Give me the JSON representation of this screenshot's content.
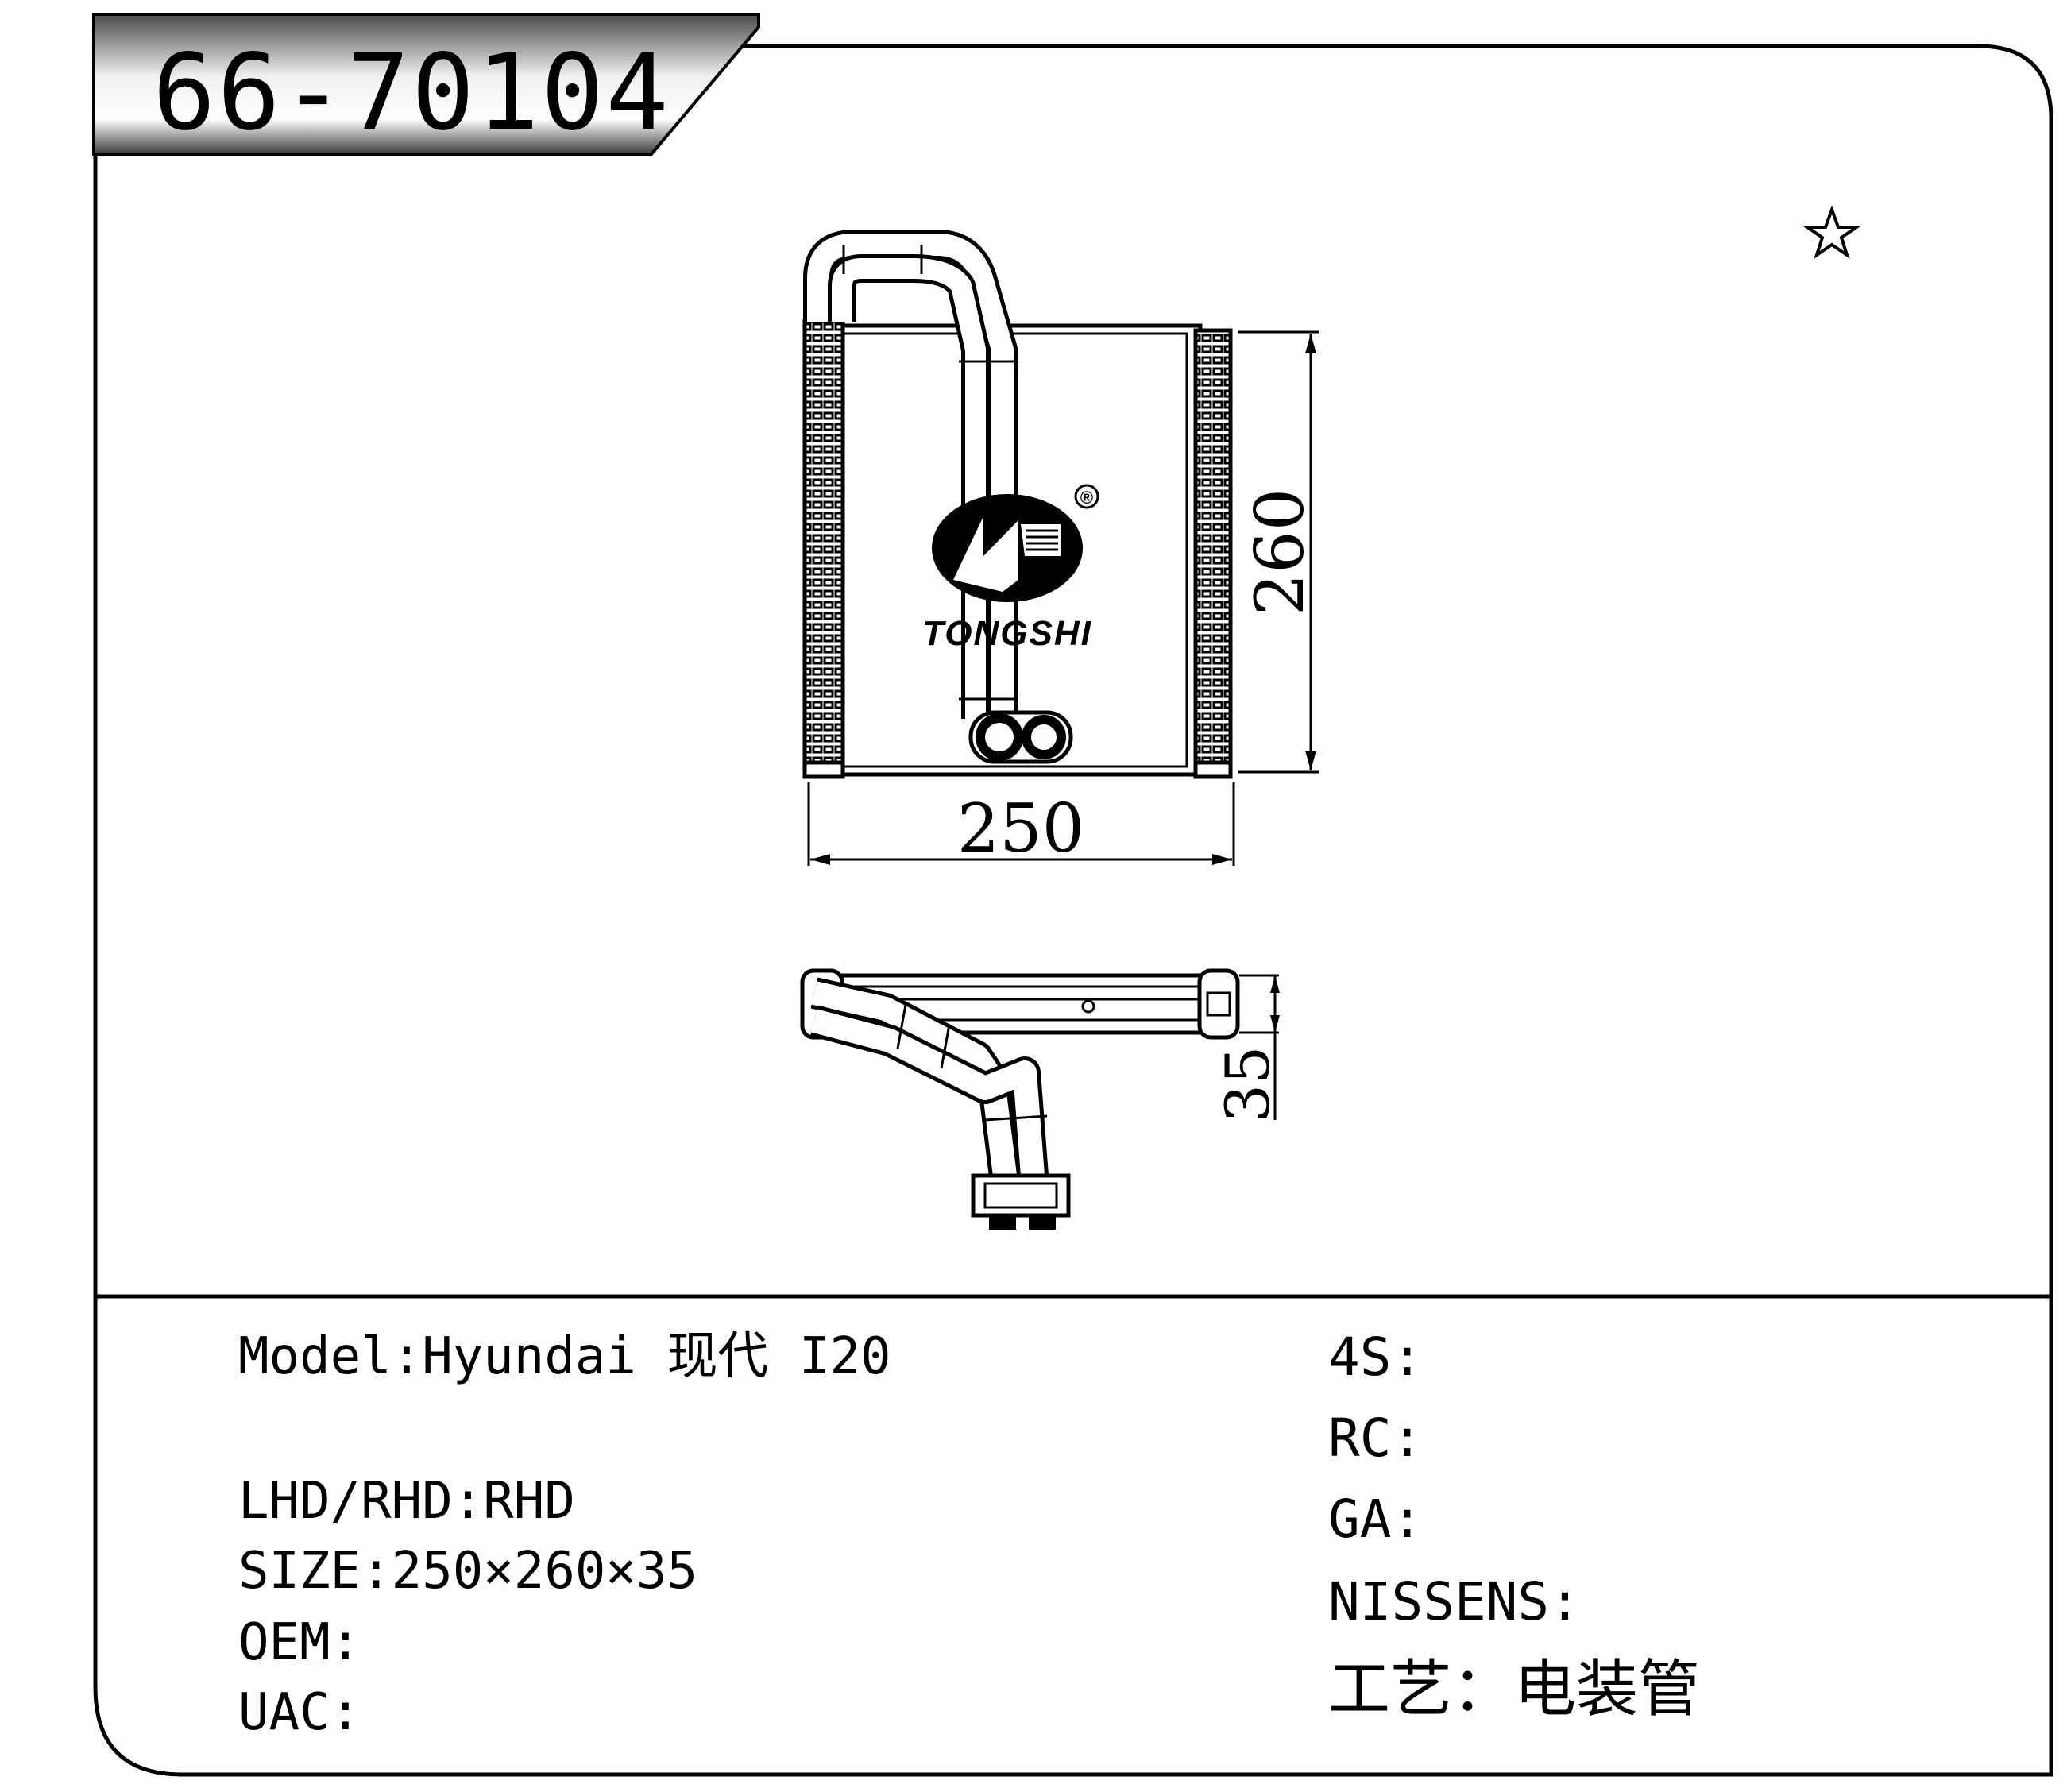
{
  "part_number": "66-70104",
  "logo": {
    "brand_text": "TONGSHI",
    "registered_mark": "®"
  },
  "star_mark": "☆",
  "dimensions": {
    "width": "250",
    "height": "260",
    "depth": "35"
  },
  "specs": {
    "model": "Model:Hyundai 现代 I20",
    "lhd_rhd": "LHD/RHD:RHD",
    "size": "SIZE:250×260×35",
    "oem": "OEM:",
    "uac": "UAC:"
  },
  "cross_refs": {
    "s4": "4S:",
    "rc": "RC:",
    "ga": "GA:",
    "nissens": "NISSENS:",
    "process": "工艺：电装管"
  }
}
